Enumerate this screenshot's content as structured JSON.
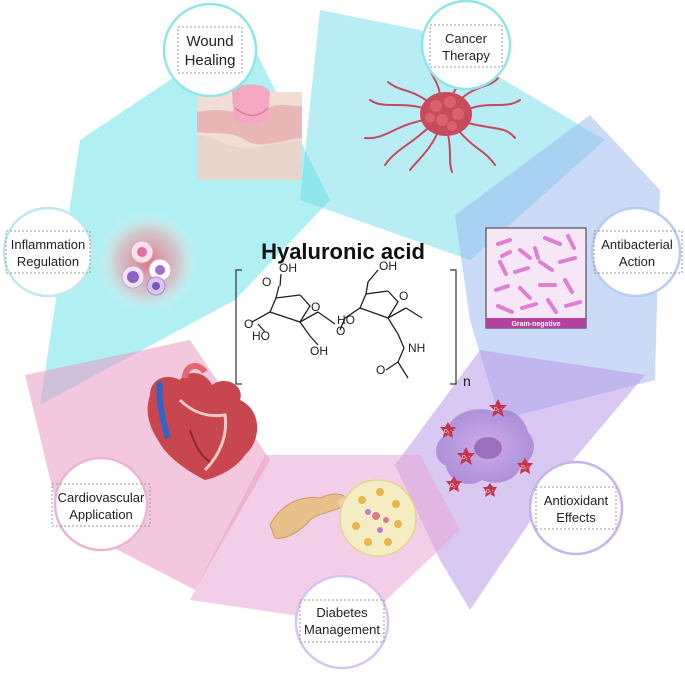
{
  "title": "Hyaluronic acid",
  "applications": {
    "wound_healing": [
      "Wound",
      "Healing"
    ],
    "cancer_therapy": [
      "Cancer",
      "Therapy"
    ],
    "antibacterial_action": [
      "Antibacterial",
      "Action"
    ],
    "antioxidant_effects": [
      "Antioxidant",
      "Effects"
    ],
    "diabetes_management": [
      "Diabetes",
      "Management"
    ],
    "cardiovascular_application": [
      "Cardiovascular",
      "Application"
    ],
    "inflammation_regulation": [
      "Inflammation",
      "Regulation"
    ]
  },
  "structure": {
    "groups": {
      "oh_top": "OH",
      "o_carbonyl": "O",
      "ho_1": "HO",
      "oh_1": "OH",
      "o_link": "O",
      "oh_top2": "OH",
      "ho_2": "HO",
      "nh": "NH",
      "o_ring1": "O",
      "o_ring2": "O",
      "o_ring_left": "O",
      "o_acetyl": "O"
    },
    "repeat": "n"
  },
  "bacteria_label": "Gram-negative",
  "radical_label": "O₂⁻",
  "colors": {
    "cyan": "#7fe6ea",
    "blue": "#a9c6f2",
    "purple": "#c9b2ee",
    "pink": "#ebb6d6",
    "cancer": "#c84a5c",
    "bacteria_bg": "#f6e7f6",
    "bacteria": "#e07fcf"
  }
}
